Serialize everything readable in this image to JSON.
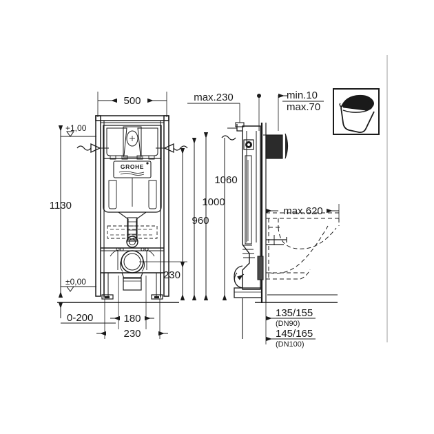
{
  "drawing": {
    "title": "GROHE WC installation frame technical drawing",
    "brand_logo": "GROHE",
    "icon_box": {
      "icon": "wall-hung-toilet-icon"
    }
  },
  "dimensions": {
    "width_500": "500",
    "max_230": "max.230",
    "min_10": "min.10",
    "max_70": "max.70",
    "height_1130": "1130",
    "level_top": "+1,00",
    "level_floor": "±0,00",
    "h_1060": "1060",
    "h_1000": "1000",
    "h_960": "960",
    "h_230": "230",
    "max_620": "max.620",
    "span_0_200": "0-200",
    "w_180": "180",
    "w_230": "230",
    "dn90_value": "135/155",
    "dn90_label": "(DN90)",
    "dn100_value": "145/165",
    "dn100_label": "(DN100)"
  },
  "colors": {
    "line": "#1a1a1a",
    "thin": "#2b2b2b",
    "gray": "#7d7d7d",
    "light": "#b9b9b9",
    "background": "#ffffff"
  }
}
